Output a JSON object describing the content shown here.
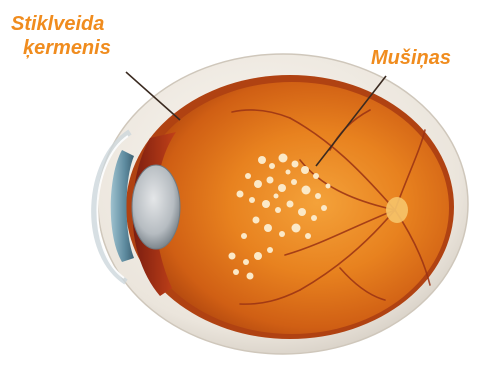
{
  "labels": {
    "vitreous": {
      "line1": "Stiklveida",
      "line2": "ķermenis"
    },
    "drusen": "Mušiņas"
  },
  "colors": {
    "label": "#f08c1e",
    "pointer": "#3a2a20",
    "sclera": "#ece7df",
    "retina": "#e07a1c",
    "retina_dark": "#b8480e",
    "vessel": "#8e2a12",
    "lens": "#b9bfc4",
    "iris": "#6e98ab",
    "drusen": "#fbe9c8"
  }
}
